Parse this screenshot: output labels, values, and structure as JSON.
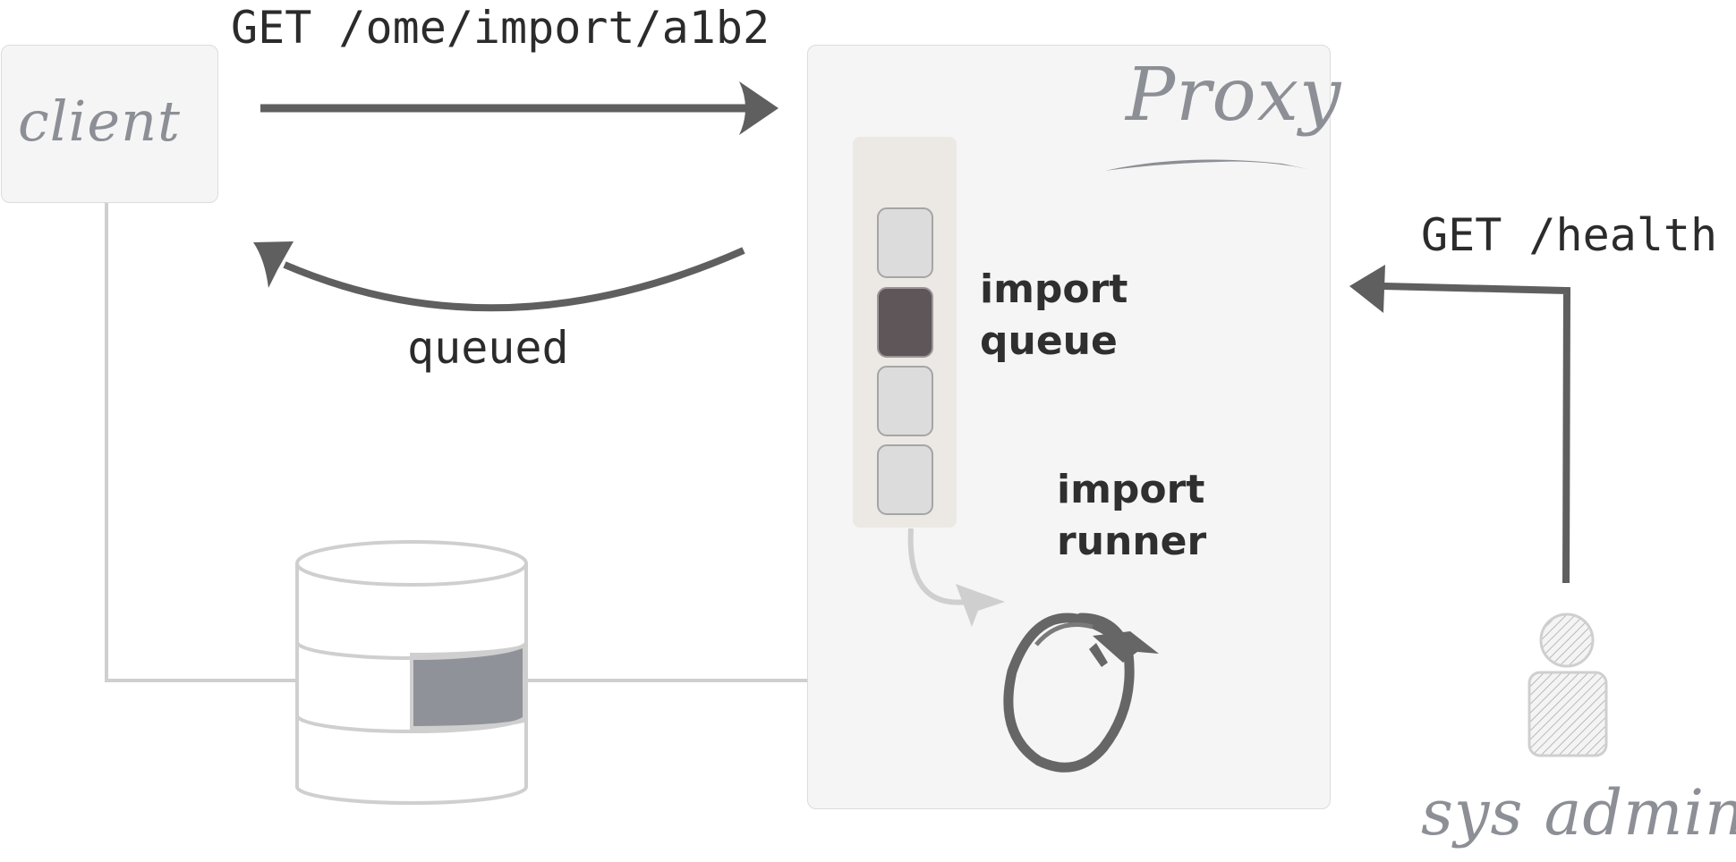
{
  "nodes": {
    "client": {
      "label": "client"
    },
    "proxy": {
      "label": "Proxy"
    },
    "sysadmin": {
      "label": "sys admin"
    }
  },
  "requests": {
    "import_request": "GET /ome/import/a1b2",
    "import_response": "queued",
    "health_request": "GET /health"
  },
  "proxy_components": {
    "queue_label": "import\nqueue",
    "runner_label": "import\nrunner",
    "queue_slots": 4,
    "active_slot_index": 1
  },
  "colors": {
    "arrow": "#5f5f5f",
    "connector": "#cfcfcf",
    "box_fill": "#f5f5f5",
    "active_slot": "#5e5659",
    "script_text": "#8c8f95"
  }
}
